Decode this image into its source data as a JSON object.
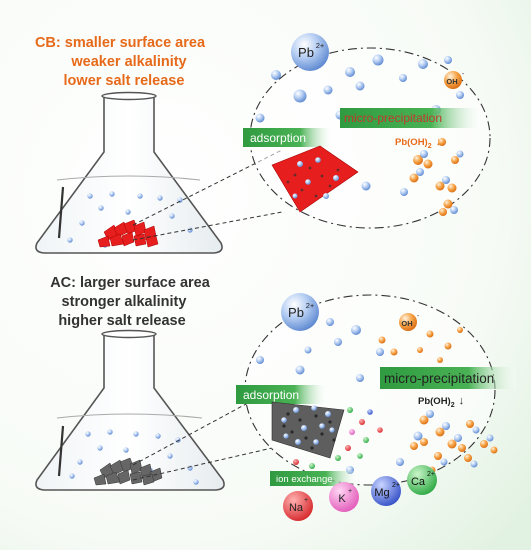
{
  "top_panel": {
    "heading_lines": [
      "CB: smaller surface area",
      "weaker alkalinity",
      "lower salt release"
    ],
    "heading_color": "#e66a1a",
    "ion_pb": "Pb",
    "ion_pb_charge": "2+",
    "ion_oh": "OH",
    "ion_oh_charge": "-",
    "label_adsorption": "adsorption",
    "label_micro": "micro-precipitation",
    "label_micro_color": "#c0392b",
    "label_pboh": "Pb(OH)",
    "label_pboh_sub": "2",
    "label_pboh_arrow": "↓",
    "label_pboh_color": "#e66a1a",
    "adsorbent_color": "#e61e1e"
  },
  "bottom_panel": {
    "heading_lines": [
      "AC: larger surface area",
      "stronger alkalinity",
      "higher salt release"
    ],
    "heading_color": "#333333",
    "ion_pb": "Pb",
    "ion_pb_charge": "2+",
    "ion_oh": "OH",
    "ion_oh_charge": "-",
    "label_adsorption": "adsorption",
    "label_micro": "micro-precipitation",
    "label_pboh": "Pb(OH)",
    "label_pboh_sub": "2",
    "label_pboh_arrow": "↓",
    "label_ion_exchange": "ion exchange",
    "adsorbent_color": "#666666",
    "salt_ions": [
      {
        "symbol": "Na",
        "charge": "+",
        "color": "#e8373c"
      },
      {
        "symbol": "K",
        "charge": "+",
        "color": "#ee6fc6"
      },
      {
        "symbol": "Mg",
        "charge": "2+",
        "color": "#3a5fd0"
      },
      {
        "symbol": "Ca",
        "charge": "2+",
        "color": "#33c04a"
      }
    ]
  },
  "colors": {
    "label_box": "#3aa64a",
    "pb_ion": "#8fb4ea",
    "oh_ion": "#f39a3a"
  }
}
